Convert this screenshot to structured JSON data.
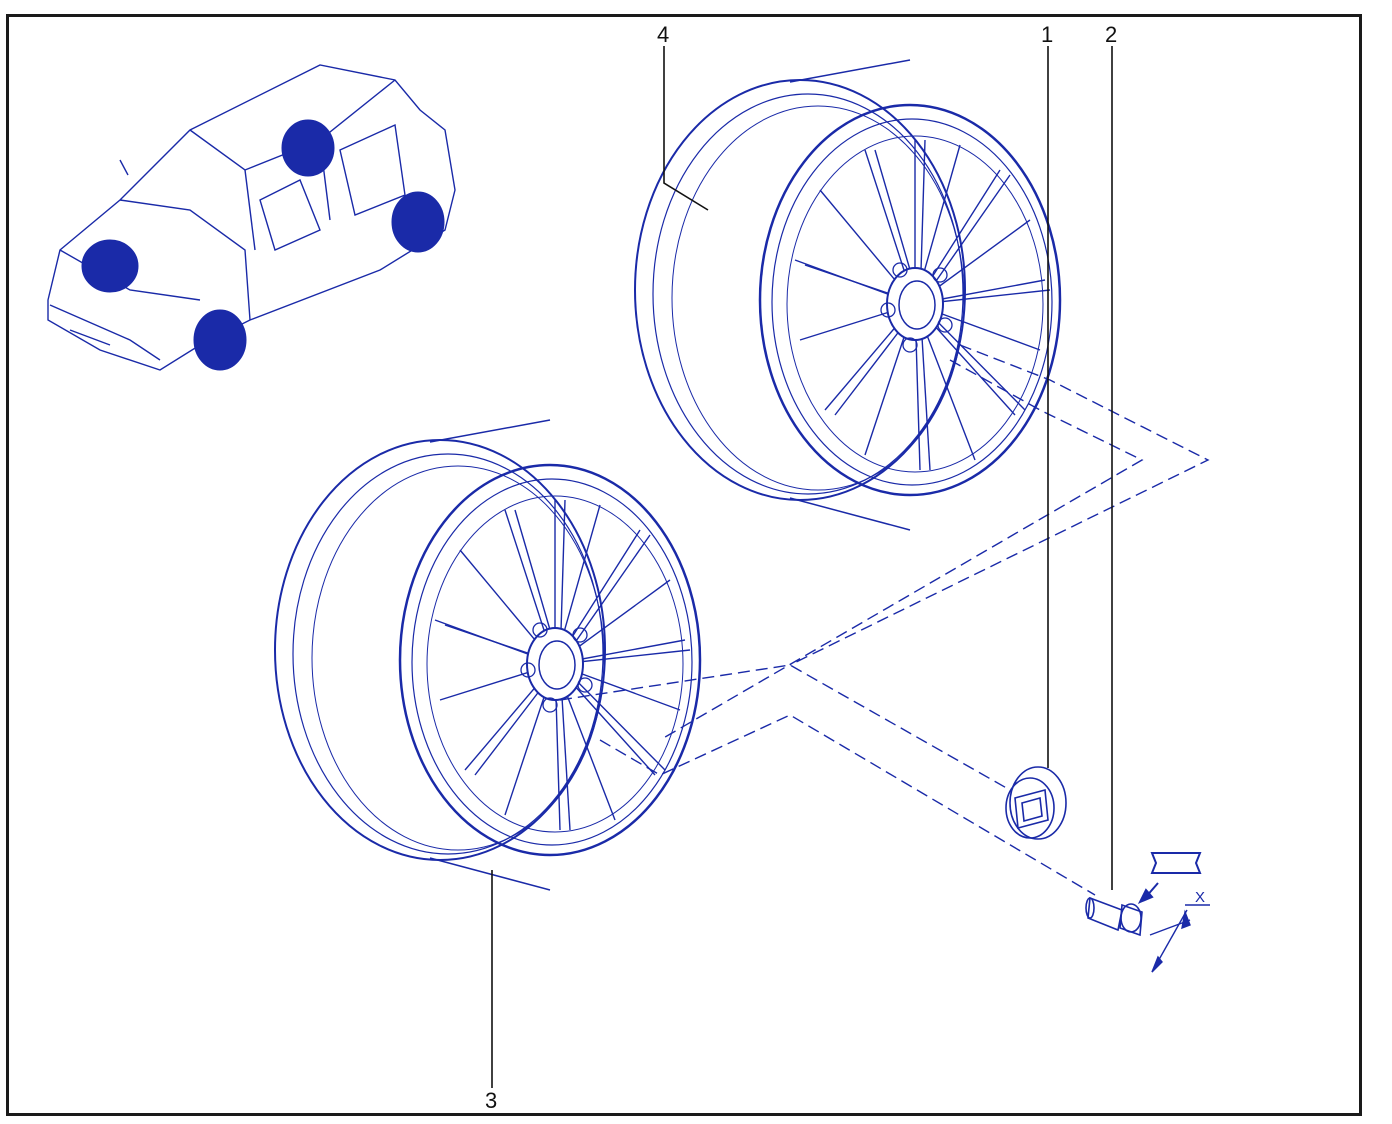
{
  "callouts": {
    "part1": "1",
    "part2": "2",
    "part3": "3",
    "part4": "4"
  },
  "dimension_label": "X",
  "colors": {
    "line": "#1a2aa8",
    "fill_dark": "#1a2aa8",
    "leader": "#111111",
    "frame": "#1a1a1a"
  }
}
